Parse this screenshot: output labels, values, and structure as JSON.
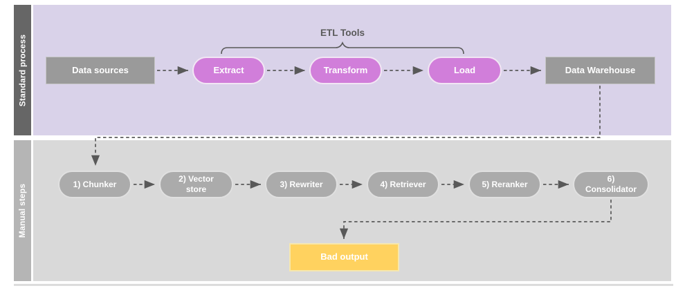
{
  "diagram": {
    "lanes": [
      {
        "id": "standard-process",
        "label": "Standard process"
      },
      {
        "id": "manual-steps",
        "label": "Manual steps"
      }
    ],
    "bracket_label": "ETL Tools",
    "standard_process": {
      "data_sources": "Data sources",
      "extract": "Extract",
      "transform": "Transform",
      "load": "Load",
      "data_warehouse": "Data Warehouse"
    },
    "manual_steps": {
      "chunker": "1) Chunker",
      "vector_store": "2) Vector store",
      "rewriter": "3) Rewriter",
      "retriever": "4) Retriever",
      "reranker": "5) Reranker",
      "consolidator": "6) Consolidator",
      "bad_output": "Bad output"
    },
    "colors": {
      "standard_lane_bg": "#D9D2E9",
      "standard_lane_bar": "#666666",
      "manual_lane_bg": "#D9D9D9",
      "manual_lane_bar": "#B5B5B5",
      "etl_pill_fill": "#D17EDA",
      "etl_pill_border": "#F2E6F4",
      "gray_box_fill": "#9A9A9A",
      "manual_pill_fill": "#ABABAB",
      "bad_output_fill": "#FFD25F",
      "connector_stroke": "#595959",
      "node_text": "#FFFFFF"
    }
  }
}
